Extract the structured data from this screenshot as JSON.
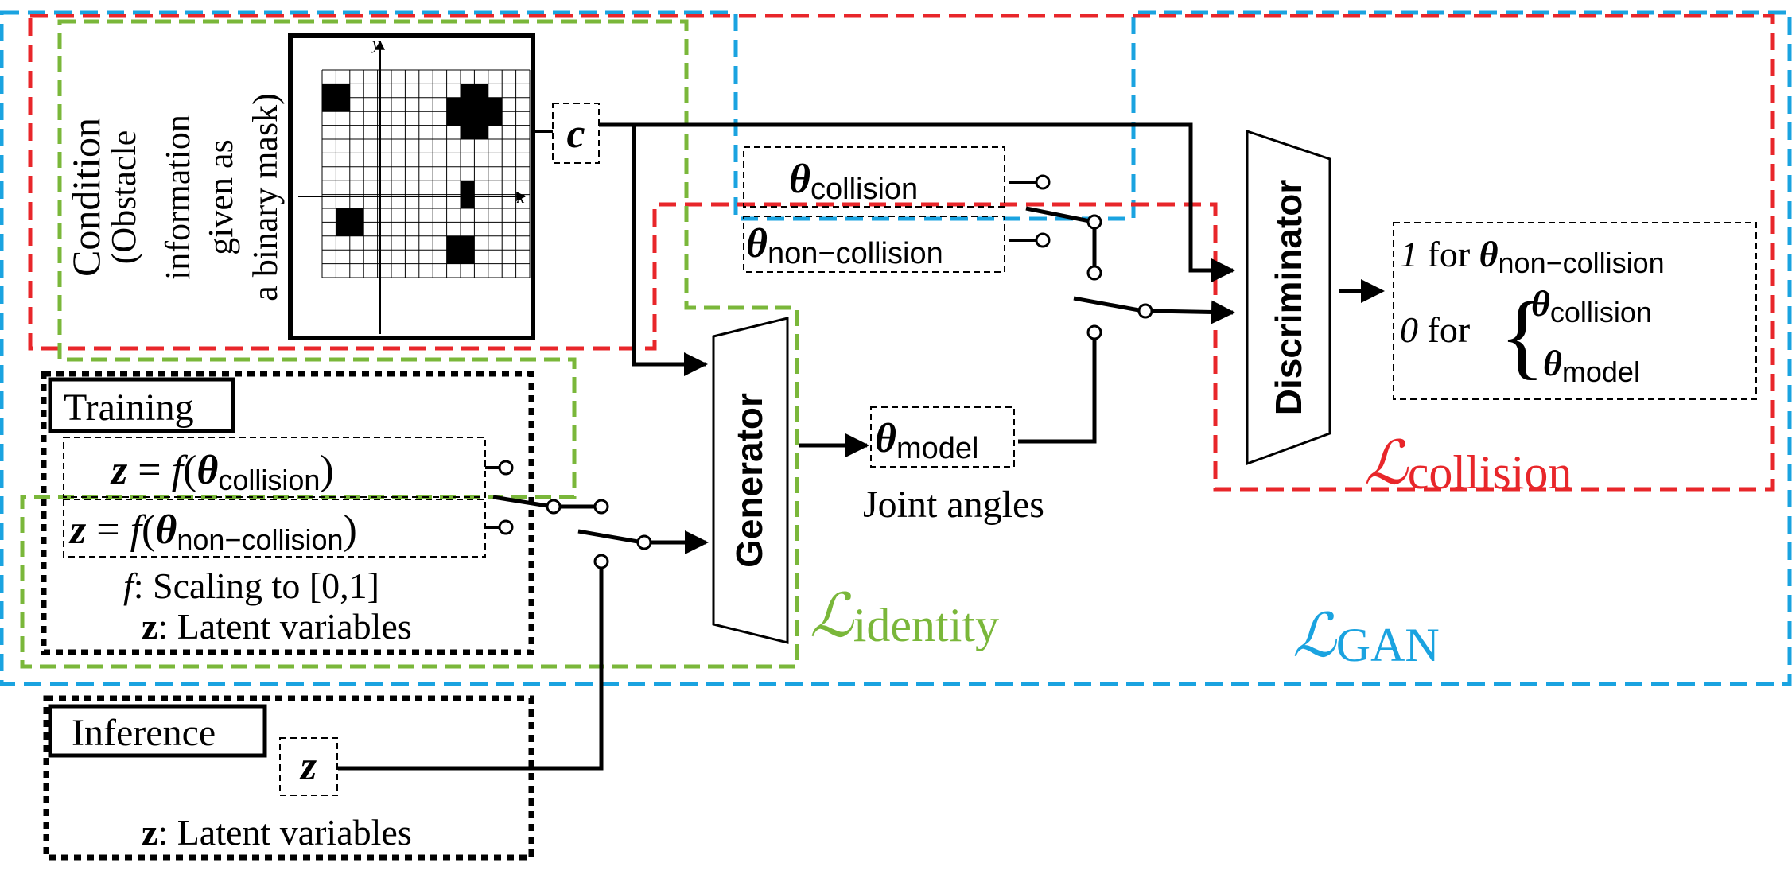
{
  "colors": {
    "gan": "#1aa3e0",
    "collision": "#e8262a",
    "identity": "#7ab73a",
    "line": "#000000"
  },
  "condition": {
    "line1": "Condition",
    "line2": "(Obstacle",
    "line3": "information",
    "line4": "given as",
    "line5": "a binary mask)",
    "axis_x": "x",
    "axis_y": "y"
  },
  "c_box": {
    "label": "c"
  },
  "theta_collision": {
    "sym": "θ",
    "sub": "collision"
  },
  "theta_noncollision": {
    "sym": "θ",
    "sub": "non−collision"
  },
  "theta_model": {
    "sym": "θ",
    "sub": "model"
  },
  "joint_angles": "Joint angles",
  "discriminator": "Discriminator",
  "generator": "Generator",
  "output": {
    "one": "1",
    "for": "for",
    "zero": "0",
    "sub_noncollision": "non−collision",
    "sub_collision": "collision",
    "sub_model": "model",
    "brace": "{",
    "theta": "θ"
  },
  "training": {
    "title": "Training",
    "z": "z",
    "eq": "=",
    "f": "f",
    "lparen": "(",
    "rparen": ")",
    "theta": "θ",
    "sub_collision": "collision",
    "sub_noncollision": "non−collision",
    "note1": ": Scaling to [0,1]",
    "note1_sym": "f",
    "note2": ": Latent variables",
    "note2_sym": "z"
  },
  "inference": {
    "title": "Inference",
    "z": "z",
    "note": ": Latent variables",
    "note_sym": "z"
  },
  "losses": {
    "collision_L": "ℒ",
    "collision_sub": "collision",
    "identity_L": "ℒ",
    "identity_sub": "identity",
    "gan_L": "ℒ",
    "gan_sub": "GAN"
  }
}
